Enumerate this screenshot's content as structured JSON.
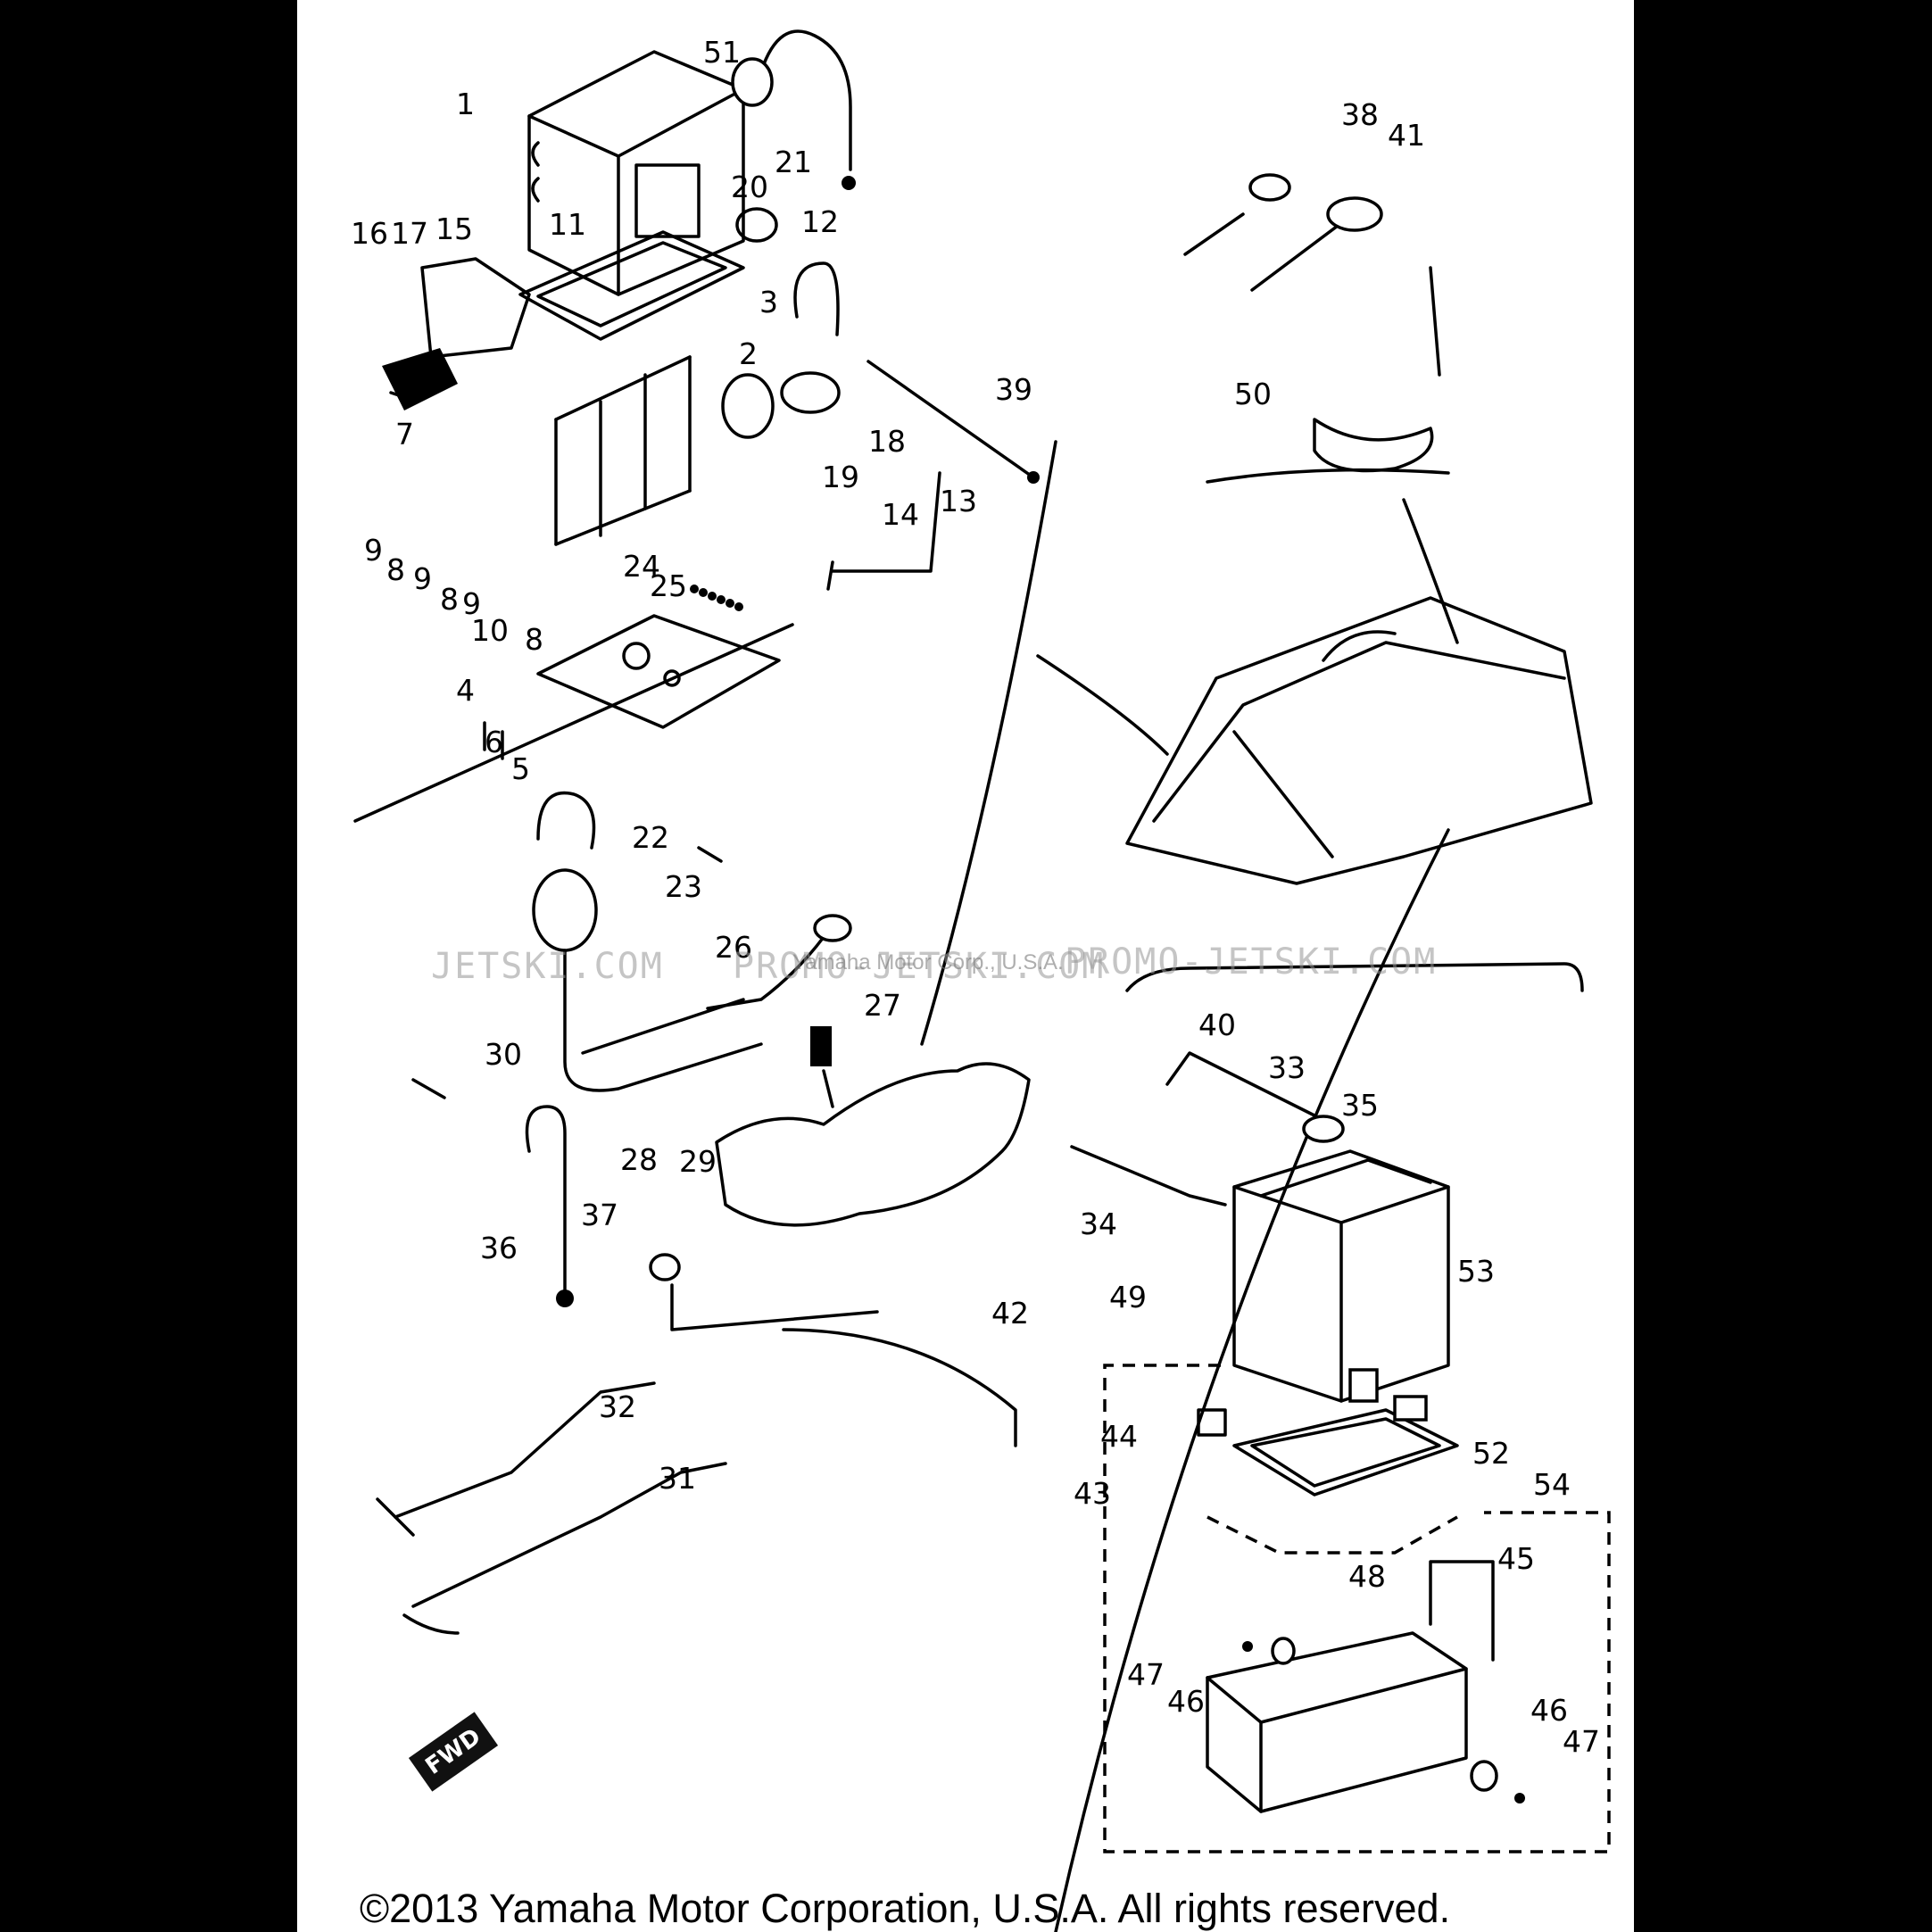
{
  "diagram": {
    "callouts": [
      {
        "id": "c1",
        "text": "1"
      },
      {
        "id": "c51",
        "text": "51"
      },
      {
        "id": "c20",
        "text": "20"
      },
      {
        "id": "c21",
        "text": "21"
      },
      {
        "id": "c11",
        "text": "11"
      },
      {
        "id": "c12",
        "text": "12"
      },
      {
        "id": "c16",
        "text": "16"
      },
      {
        "id": "c17",
        "text": "17"
      },
      {
        "id": "c15",
        "text": "15"
      },
      {
        "id": "c3",
        "text": "3"
      },
      {
        "id": "c2",
        "text": "2"
      },
      {
        "id": "c7",
        "text": "7"
      },
      {
        "id": "c18",
        "text": "18"
      },
      {
        "id": "c19",
        "text": "19"
      },
      {
        "id": "c39",
        "text": "39"
      },
      {
        "id": "c13",
        "text": "13"
      },
      {
        "id": "c14",
        "text": "14"
      },
      {
        "id": "c9a",
        "text": "9"
      },
      {
        "id": "c8a",
        "text": "8"
      },
      {
        "id": "c9b",
        "text": "9"
      },
      {
        "id": "c8b",
        "text": "8"
      },
      {
        "id": "c9c",
        "text": "9"
      },
      {
        "id": "c10",
        "text": "10"
      },
      {
        "id": "c8c",
        "text": "8"
      },
      {
        "id": "c24",
        "text": "24"
      },
      {
        "id": "c25",
        "text": "25"
      },
      {
        "id": "c4",
        "text": "4"
      },
      {
        "id": "c6",
        "text": "6"
      },
      {
        "id": "c5",
        "text": "5"
      },
      {
        "id": "c22",
        "text": "22"
      },
      {
        "id": "c23",
        "text": "23"
      },
      {
        "id": "c26",
        "text": "26"
      },
      {
        "id": "c27",
        "text": "27"
      },
      {
        "id": "c30",
        "text": "30"
      },
      {
        "id": "c28",
        "text": "28"
      },
      {
        "id": "c29",
        "text": "29"
      },
      {
        "id": "c36",
        "text": "36"
      },
      {
        "id": "c37",
        "text": "37"
      },
      {
        "id": "c32",
        "text": "32"
      },
      {
        "id": "c31",
        "text": "31"
      },
      {
        "id": "c38",
        "text": "38"
      },
      {
        "id": "c41",
        "text": "41"
      },
      {
        "id": "c50",
        "text": "50"
      },
      {
        "id": "c40",
        "text": "40"
      },
      {
        "id": "c33",
        "text": "33"
      },
      {
        "id": "c35",
        "text": "35"
      },
      {
        "id": "c34",
        "text": "34"
      },
      {
        "id": "c49",
        "text": "49"
      },
      {
        "id": "c42",
        "text": "42"
      },
      {
        "id": "c53",
        "text": "53"
      },
      {
        "id": "c44",
        "text": "44"
      },
      {
        "id": "c52",
        "text": "52"
      },
      {
        "id": "c43",
        "text": "43"
      },
      {
        "id": "c54",
        "text": "54"
      },
      {
        "id": "c48",
        "text": "48"
      },
      {
        "id": "c45",
        "text": "45"
      },
      {
        "id": "c47a",
        "text": "47"
      },
      {
        "id": "c46a",
        "text": "46"
      },
      {
        "id": "c46b",
        "text": "46"
      },
      {
        "id": "c47b",
        "text": "47"
      }
    ],
    "watermark_left": "JETSKI.COM",
    "watermark_mid": "PROMO-JETSKI.COM",
    "watermark_right": "PROMO-JETSKI.COM",
    "watermark_small": "Yamaha Motor Corp., U.S.A.",
    "fwd_badge": "FWD",
    "copyright": "©2013 Yamaha Motor Corporation, U.S.A. All rights reserved."
  }
}
